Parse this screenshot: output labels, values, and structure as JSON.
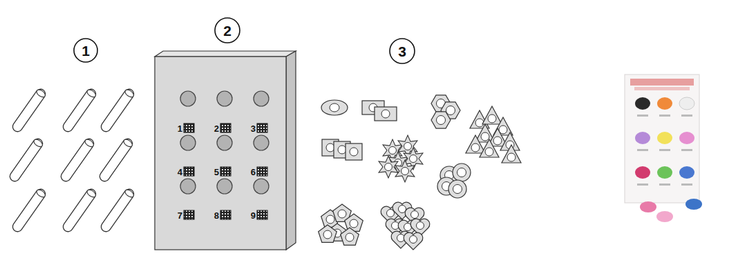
{
  "diagram": {
    "nodes": [
      {
        "text": [
          "1"
        ]
      },
      {
        "text": [
          "2"
        ]
      },
      {
        "text": [
          "3"
        ]
      }
    ],
    "labels": [
      "1",
      "2",
      "3",
      "4",
      "5",
      "6",
      "7",
      "8",
      "9"
    ]
  }
}
